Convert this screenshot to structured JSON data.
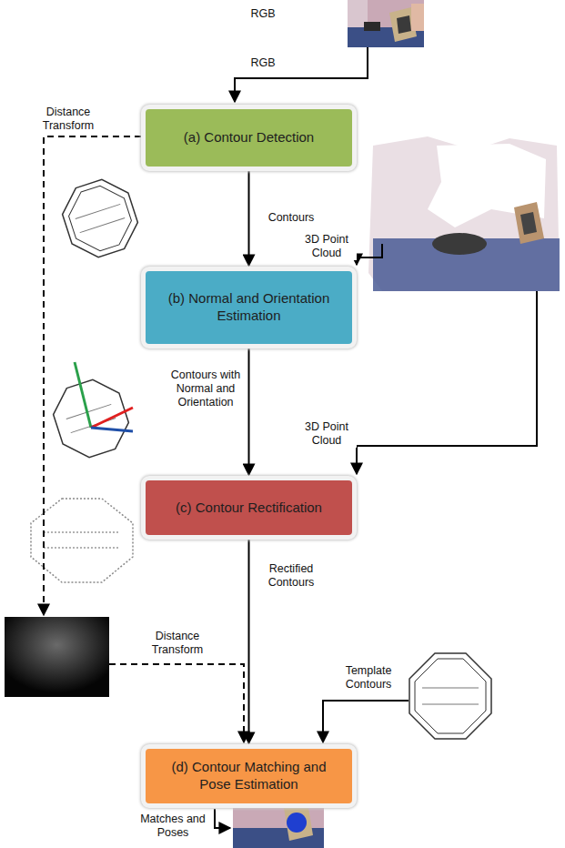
{
  "diagram": {
    "nodes": [
      {
        "text": [
          "(a) Contour Detection"
        ]
      },
      {
        "text": [
          "(b) Normal and Orientation Estimation"
        ]
      },
      {
        "text": [
          "(c) Contour Rectification"
        ]
      },
      {
        "text": [
          "(d) Contour Matching and Pose Estimation"
        ]
      }
    ],
    "edges": [
      {
        "from": 0,
        "to": 1,
        "label": "Contours",
        "arrow": "to"
      },
      {
        "from": 1,
        "to": 2,
        "label": "Contours with Normal and Orientation",
        "arrow": "to"
      },
      {
        "from": 2,
        "to": 3,
        "label": "Rectified Contours",
        "arrow": "to"
      }
    ],
    "labels": [
      "RGB",
      "RGB",
      "Distance Transform",
      "3D Point Cloud",
      "3D Point Cloud",
      "Distance Transform",
      "Template Contours",
      "Matches and Poses"
    ]
  }
}
